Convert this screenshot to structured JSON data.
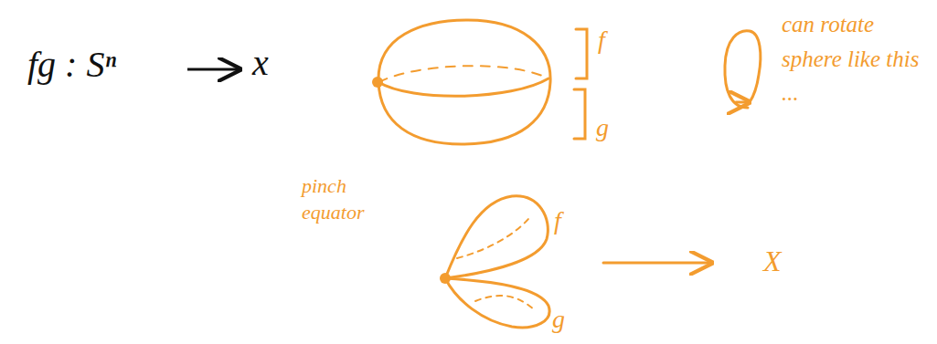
{
  "diagram": {
    "labels": [
      "fg : Sⁿ",
      "x",
      "f",
      "g",
      "can rotate sphere like this ...",
      "pinch equator",
      "f",
      "g",
      "X"
    ]
  }
}
